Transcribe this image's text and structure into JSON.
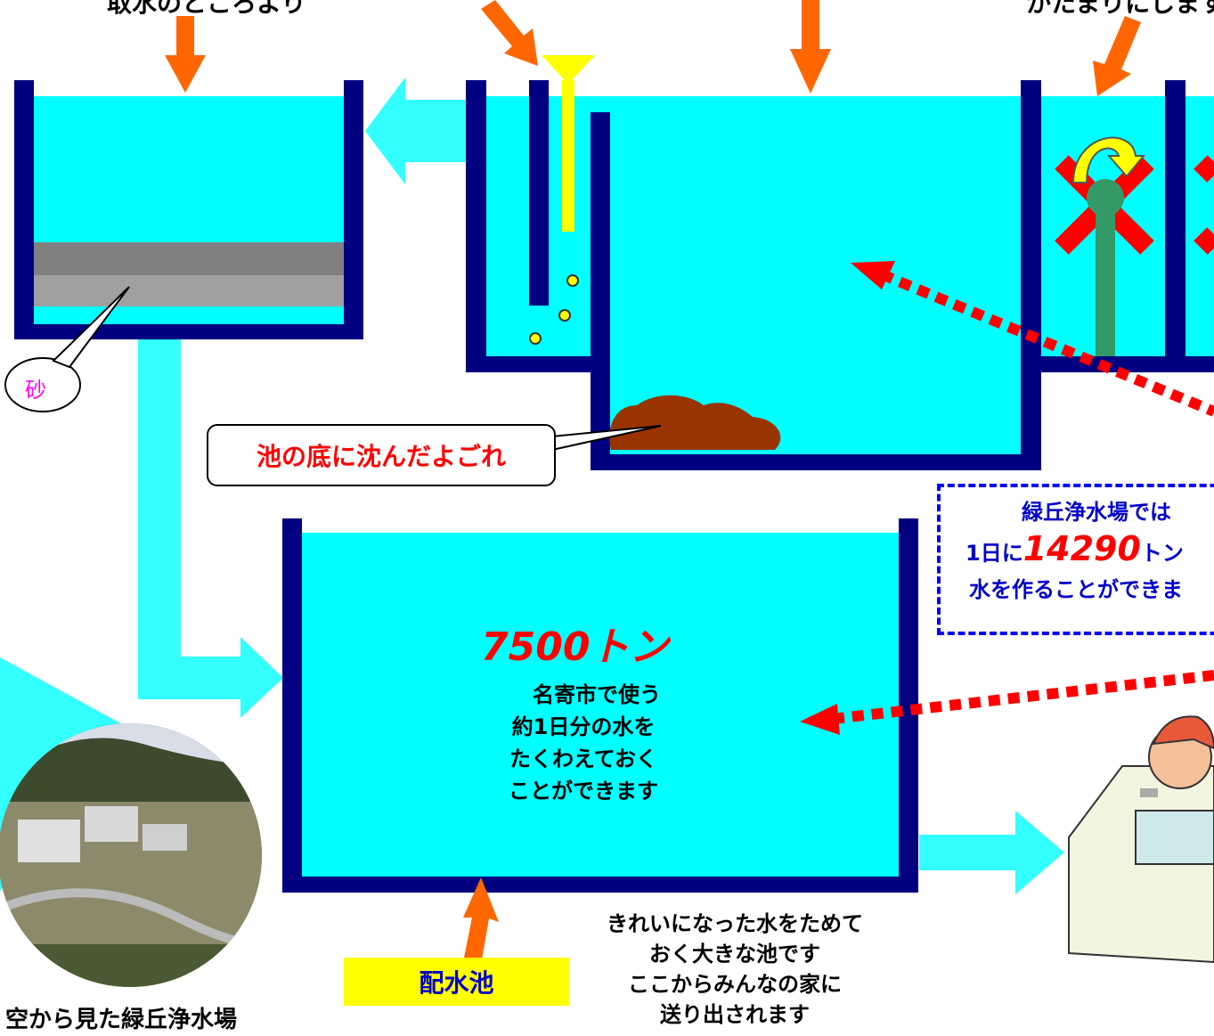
{
  "labels": {
    "top_left_cut": "取水のところより",
    "top_right_cut": "かたまりにします",
    "sand": "砂",
    "sediment": "池の底に沈んだよごれ",
    "note_line1": "緑丘浄水場では",
    "note_line2_prefix": "1日に",
    "note_line2_number": "14290",
    "note_line2_suffix": "トン",
    "note_line3": "水を作ることができま",
    "reservoir_amount": "7500トン",
    "reservoir_desc1": "名寄市で使う",
    "reservoir_desc2": "約1日分の水を",
    "reservoir_desc3": "たくわえておく",
    "reservoir_desc4": "ことができます",
    "reservoir_name": "配水池",
    "explain1": "きれいになった水をためて",
    "explain2": "おく大きな池です",
    "explain3": "ここからみんなの家に",
    "explain4": "送り出されます",
    "photo_caption": "空から見た緑丘浄水場"
  },
  "colors": {
    "water": "#00ffff",
    "wall": "#000080",
    "arrow": "#ff6600",
    "flow": "#33ffff",
    "sand_dark": "#808080",
    "sand_light": "#a0a0a0",
    "sediment": "#993300",
    "chemical": "#ffff00",
    "mixer": "#339966",
    "dotted_arrow": "#ff0000",
    "amount_text": "#ff0000",
    "note_border": "#0000ff",
    "label_bg": "#ffff00"
  },
  "icons": [
    "orange-down-arrow-icon",
    "mixer-paddle-icon",
    "rotation-arrow-icon",
    "funnel-icon",
    "bubble-icon"
  ]
}
